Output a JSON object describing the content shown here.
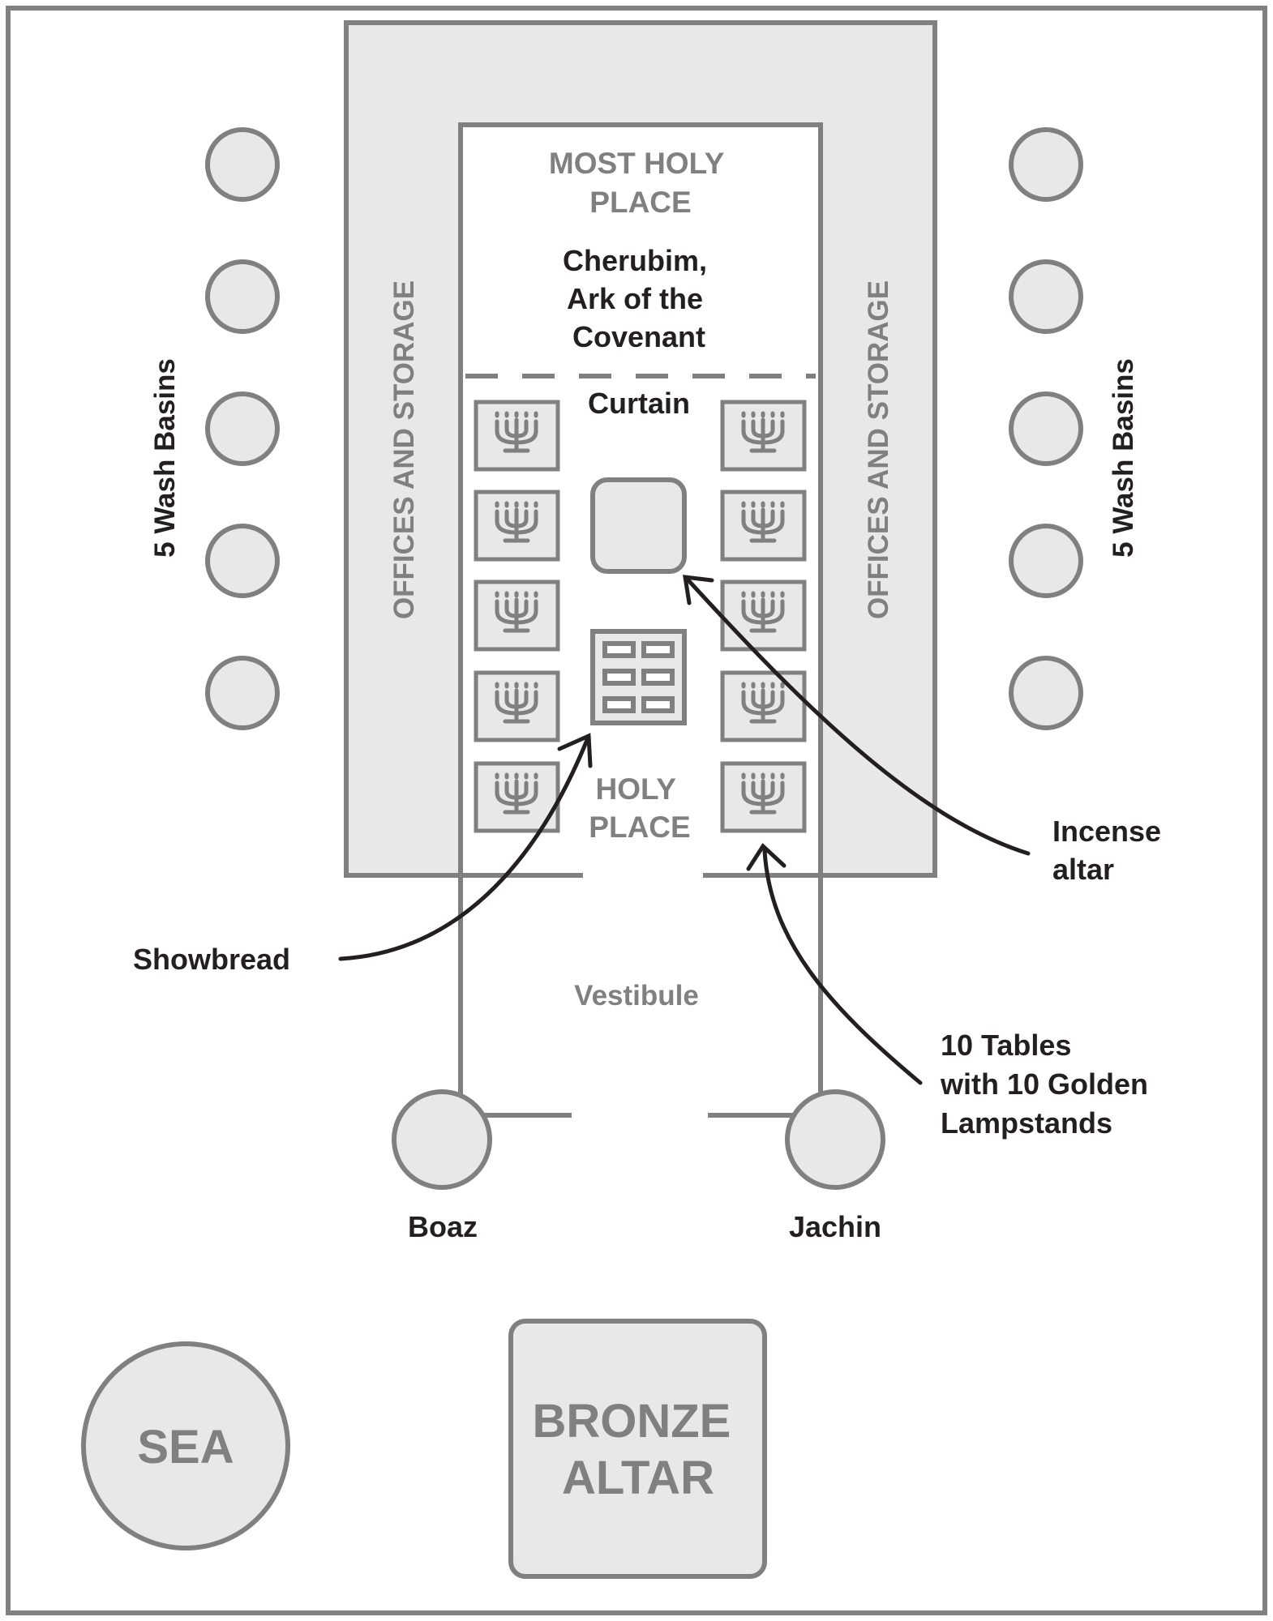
{
  "labels": {
    "most_holy_place": [
      "MOST HOLY",
      "PLACE"
    ],
    "cherubim": [
      "Cherubim,",
      "Ark of the",
      "Covenant"
    ],
    "curtain": "Curtain",
    "offices_left": "OFFICES AND STORAGE",
    "offices_right": "OFFICES AND STORAGE",
    "wash_basins_left": "5 Wash Basins",
    "wash_basins_right": "5 Wash Basins",
    "holy_place": [
      "HOLY",
      "PLACE"
    ],
    "incense_altar": [
      "Incense",
      "altar"
    ],
    "showbread": "Showbread",
    "vestibule": "Vestibule",
    "tables": [
      "10 Tables",
      "with 10 Golden",
      "Lampstands"
    ],
    "boaz": "Boaz",
    "jachin": "Jachin",
    "sea": "SEA",
    "bronze_altar": [
      "BRONZE",
      "ALTAR"
    ]
  },
  "colors": {
    "outline_gray": "#808080",
    "fill_gray": "#e8e8e8",
    "text_dark": "#231f20"
  },
  "icons": {
    "lampstand": "lampstand-icon",
    "showbread_table": "showbread-table-icon"
  }
}
